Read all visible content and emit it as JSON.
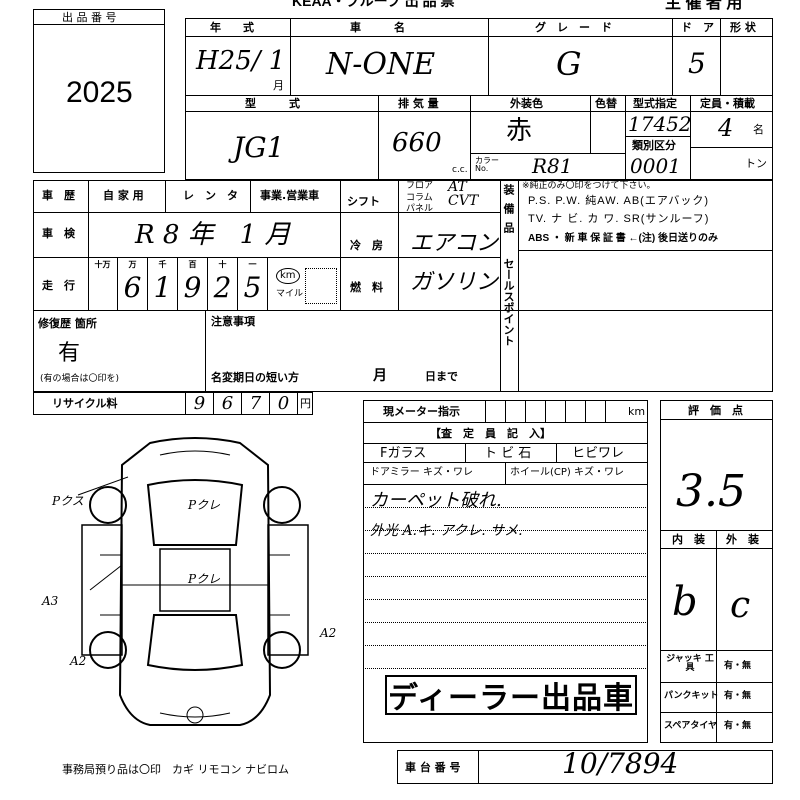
{
  "header": {
    "top_text": "KEAA・ブループ 出 品 票",
    "organizer_note": "主 催 者 用",
    "lot_label": "出 品 番 号",
    "lot_number": "2025"
  },
  "vehicle": {
    "year_label": "年　　式",
    "year_value": "H25/ 1",
    "month_unit": "月",
    "name_label": "車　　　名",
    "name_value": "N-ONE",
    "grade_label": "グ　レ　ー　ド",
    "grade_value": "G",
    "door_label": "ド　ア",
    "door_value": "5",
    "shape_label": "形 状",
    "model_label": "型　　　式",
    "model_value": "JG1",
    "displacement_label": "排 気 量",
    "displacement_value": "660",
    "cc_unit": "c.c.",
    "exterior_color_label": "外装色",
    "exterior_color_value": "赤",
    "color_change_label": "色替",
    "color_no_label": "カラー No.",
    "color_no_value": "R81",
    "type_spec_label": "型式指定",
    "type_spec_value": "17452",
    "class_label": "類別区分",
    "class_value": "0001",
    "capacity_label": "定員・積載",
    "capacity_value": "4",
    "capacity_unit": "名",
    "ton_unit": "トン"
  },
  "history": {
    "history_label": "車　歴",
    "private_label": "自 家 用",
    "rental_label": "レ　ン　タ",
    "business_label": "事業.営業車",
    "shift_label": "シフト",
    "shift_floor": "フロア",
    "shift_column": "コラム",
    "shift_panel": "パネル",
    "shift_value": "AT CVT",
    "inspection_label": "車　検",
    "inspection_value": "R 8 年　1 月",
    "cooling_label": "冷　房",
    "cooling_value": "エアコン",
    "mileage_label": "走　行",
    "mileage_units": [
      "十万",
      "万",
      "千",
      "百",
      "十",
      "一"
    ],
    "mileage_digits": [
      "",
      "6",
      "1",
      "9",
      "2",
      "5"
    ],
    "km_label": "km",
    "mile_label": "マイル",
    "fuel_label": "燃　料",
    "fuel_value": "ガソリン",
    "equip_label": "装備品",
    "equip_note": "※純正のみ〇印をつけて下さい。",
    "equip_line1": "P.S. P.W. 純AW. AB(エアバック)",
    "equip_line2": "TV. ナ ビ. カ ワ. SR(サンルーフ)",
    "equip_line3": "ABS ・ 新 車 保 証 書 ←(注) 後日送りのみ",
    "sales_point_label": "セールスポイント"
  },
  "repair": {
    "repair_label": "修復歴 箇所",
    "repair_value": "有",
    "repair_note": "(有の場合は〇印を)",
    "caution_label": "注意事項",
    "short_term_label": "名変期日の短い方",
    "month_label": "月",
    "day_label": "日まで",
    "recycle_label": "リサイクル料",
    "recycle_digits": [
      "",
      "9",
      "6",
      "7",
      "0"
    ],
    "yen_label": "円"
  },
  "inspector": {
    "meter_label": "現メーター指示",
    "km_unit": "km",
    "inspector_label": "【査　定　員　記　入】",
    "f_glass_label": "Fガラス",
    "stone_chip_label": "ト ビ 石",
    "crack_label": "ヒビワレ",
    "mirror_label": "ドアミラー キズ・ワレ",
    "wheel_label": "ホイール(CP) キズ・ワレ",
    "note_line1": "カーペット破れ.",
    "note_line2": "外光 A.キ. アクレ. サメ.",
    "dealer_stamp": "ディーラー出品車"
  },
  "evaluation": {
    "score_label": "評　価　点",
    "score_value": "3.5",
    "interior_label": "内　装",
    "exterior_label": "外　装",
    "interior_value": "b",
    "exterior_value": "c",
    "jack_label": "ジャッキ 工　具",
    "puncture_label": "パンクキット",
    "spare_label": "スペアタイヤ",
    "yes_no": "有・無"
  },
  "diagram": {
    "mark_fr": "Pクス",
    "mark_hood": "Pクレ",
    "mark_roof": "Pクレ",
    "mark_side": "A3",
    "mark_rl": "A2",
    "mark_rr": "A2"
  },
  "footer": {
    "office_note": "事務局預り品は〇印　カギ リモコン ナビロム",
    "chassis_label": "車 台 番 号",
    "chassis_value": "10/7894"
  }
}
